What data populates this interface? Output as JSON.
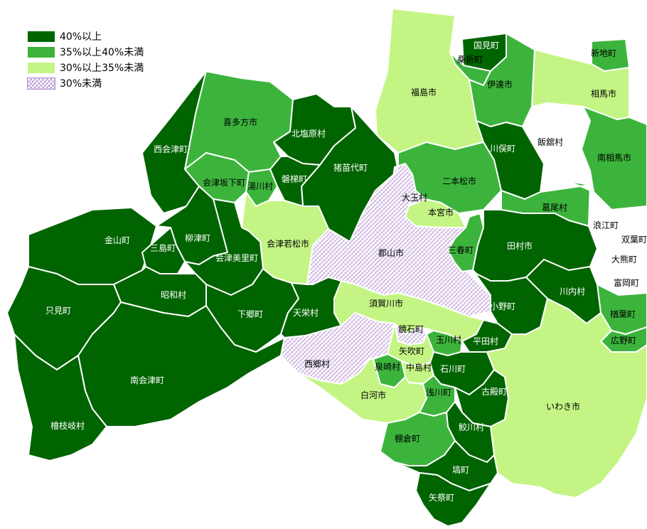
{
  "legend": {
    "items": [
      {
        "label": "40%以上",
        "color": "#006400"
      },
      {
        "label": "35%以上40%未満",
        "color": "#3cb43c"
      },
      {
        "label": "30%以上35%未満",
        "color": "#c4f584"
      },
      {
        "label": "30%未満",
        "pattern": "purple-hatch"
      }
    ]
  },
  "regions": [
    {
      "id": "kunimi",
      "name": "国見町",
      "category": 0
    },
    {
      "id": "koori",
      "name": "桑折町",
      "category": 1
    },
    {
      "id": "fukushima",
      "name": "福島市",
      "category": 2
    },
    {
      "id": "date",
      "name": "伊達市",
      "category": 1
    },
    {
      "id": "shinchi",
      "name": "新地町",
      "category": 1
    },
    {
      "id": "soma",
      "name": "相馬市",
      "category": 2
    },
    {
      "id": "kitakata",
      "name": "喜多方市",
      "category": 1
    },
    {
      "id": "kitashiobara",
      "name": "北塩原村",
      "category": 0
    },
    {
      "id": "nishiaizu",
      "name": "西会津町",
      "category": 0
    },
    {
      "id": "inawashiro",
      "name": "猪苗代町",
      "category": 0
    },
    {
      "id": "kawamata",
      "name": "川俣町",
      "category": 0
    },
    {
      "id": "iitate",
      "name": "飯舘村",
      "category": -1
    },
    {
      "id": "minamisoma",
      "name": "南相馬市",
      "category": 1
    },
    {
      "id": "aizubange",
      "name": "会津坂下町",
      "category": 1
    },
    {
      "id": "yugawa",
      "name": "湯川村",
      "category": 1
    },
    {
      "id": "bandai",
      "name": "磐梯町",
      "category": 0
    },
    {
      "id": "nihonmatsu",
      "name": "二本松市",
      "category": 1
    },
    {
      "id": "otama",
      "name": "大玉村",
      "category": 3
    },
    {
      "id": "katsurao",
      "name": "葛尾村",
      "category": 1
    },
    {
      "id": "motomiya",
      "name": "本宮市",
      "category": 2
    },
    {
      "id": "namie",
      "name": "浪江町",
      "category": -1
    },
    {
      "id": "futaba",
      "name": "双葉町",
      "category": -1
    },
    {
      "id": "kaneyama",
      "name": "金山町",
      "category": 0
    },
    {
      "id": "yanaizu",
      "name": "柳津町",
      "category": 0
    },
    {
      "id": "mishima",
      "name": "三島町",
      "category": 0
    },
    {
      "id": "aizuwakamatsu",
      "name": "会津若松市",
      "category": 2
    },
    {
      "id": "aizumisato",
      "name": "会津美里町",
      "category": 0
    },
    {
      "id": "koriyama",
      "name": "郡山市",
      "category": 3
    },
    {
      "id": "miharu",
      "name": "三春町",
      "category": 1
    },
    {
      "id": "tamura",
      "name": "田村市",
      "category": 0
    },
    {
      "id": "okuma",
      "name": "大熊町",
      "category": -1
    },
    {
      "id": "tomioka",
      "name": "富岡町",
      "category": -1
    },
    {
      "id": "showa",
      "name": "昭和村",
      "category": 0
    },
    {
      "id": "kawauchi",
      "name": "川内村",
      "category": 0
    },
    {
      "id": "tadami",
      "name": "只見町",
      "category": 0
    },
    {
      "id": "shimogo",
      "name": "下郷町",
      "category": 0
    },
    {
      "id": "tenei",
      "name": "天栄村",
      "category": 0
    },
    {
      "id": "sukagawa",
      "name": "須賀川市",
      "category": 2
    },
    {
      "id": "ono",
      "name": "小野町",
      "category": 0
    },
    {
      "id": "naraha",
      "name": "楢葉町",
      "category": 1
    },
    {
      "id": "kagamiishi",
      "name": "鏡石町",
      "category": 3
    },
    {
      "id": "tamakawa",
      "name": "玉川村",
      "category": 1
    },
    {
      "id": "hirata",
      "name": "平田村",
      "category": 0
    },
    {
      "id": "hirono",
      "name": "広野町",
      "category": 1
    },
    {
      "id": "yabuki",
      "name": "矢吹町",
      "category": 2
    },
    {
      "id": "nishigo",
      "name": "西郷村",
      "category": 3
    },
    {
      "id": "izumizaki",
      "name": "泉崎村",
      "category": 1
    },
    {
      "id": "nakajima",
      "name": "中島村",
      "category": 2
    },
    {
      "id": "ishikawa",
      "name": "石川町",
      "category": 0
    },
    {
      "id": "minamiaizu",
      "name": "南会津町",
      "category": 0
    },
    {
      "id": "shirakawa",
      "name": "白河市",
      "category": 2
    },
    {
      "id": "asakawa",
      "name": "浅川町",
      "category": 1
    },
    {
      "id": "furudono",
      "name": "古殿町",
      "category": 0
    },
    {
      "id": "iwaki",
      "name": "いわき市",
      "category": 2
    },
    {
      "id": "samegawa",
      "name": "鮫川村",
      "category": 0
    },
    {
      "id": "hinoemata",
      "name": "檜枝岐村",
      "category": 0
    },
    {
      "id": "tanagura",
      "name": "棚倉町",
      "category": 1
    },
    {
      "id": "hanawa",
      "name": "塙町",
      "category": 0
    },
    {
      "id": "yamatsuri",
      "name": "矢祭町",
      "category": 0
    }
  ]
}
